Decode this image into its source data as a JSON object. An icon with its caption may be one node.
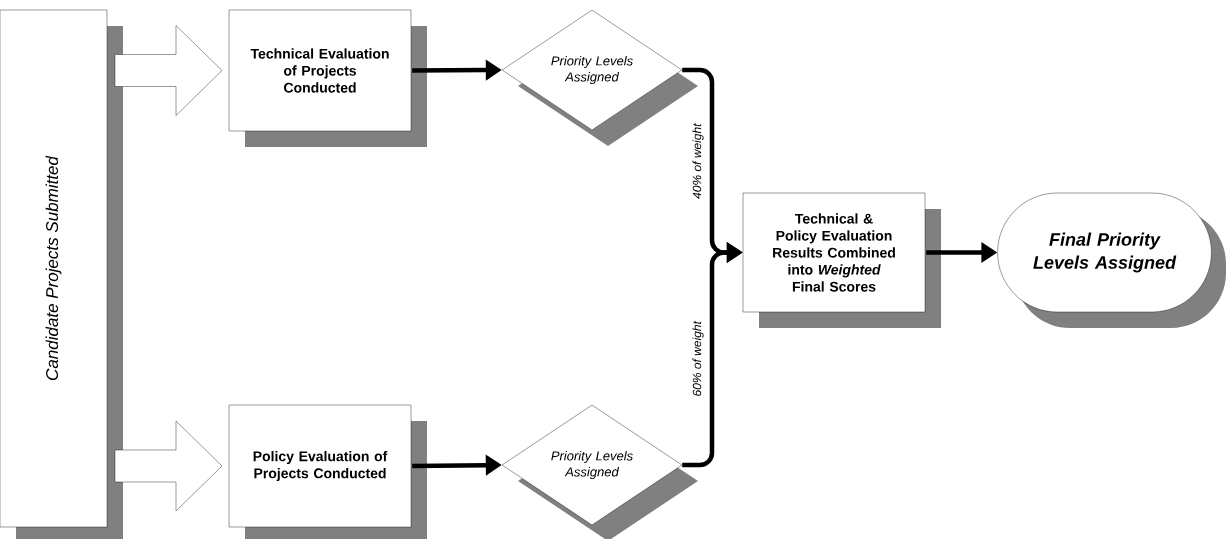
{
  "diagram": {
    "nodes": [
      {
        "text": [
          "Candidate Projects Submitted"
        ]
      },
      {
        "text": [
          "Technical Evaluation of Projects Conducted"
        ]
      },
      {
        "text": [
          "Priority Levels Assigned"
        ]
      },
      {
        "text": [
          "Policy Evaluation of Projects Conducted"
        ]
      },
      {
        "text": [
          "Priority Levels Assigned"
        ]
      },
      {
        "text": [
          "Technical & Policy Evaluation Results Combined into *Weighted* Final Scores"
        ]
      },
      {
        "text": [
          "Final Priority Levels Assigned"
        ]
      }
    ],
    "edges": [
      {
        "from": 0,
        "to": 1,
        "arrow": "to",
        "style": "thick"
      },
      {
        "from": 0,
        "to": 3,
        "arrow": "to",
        "style": "thick"
      },
      {
        "from": 1,
        "to": 2,
        "arrow": "to"
      },
      {
        "from": 3,
        "to": 4,
        "arrow": "to"
      },
      {
        "from": 2,
        "to": 5,
        "arrow": "to",
        "label": "40% of weight"
      },
      {
        "from": 4,
        "to": 5,
        "arrow": "to",
        "label": "60% of weight"
      },
      {
        "from": 5,
        "to": 6,
        "arrow": "to"
      }
    ]
  }
}
